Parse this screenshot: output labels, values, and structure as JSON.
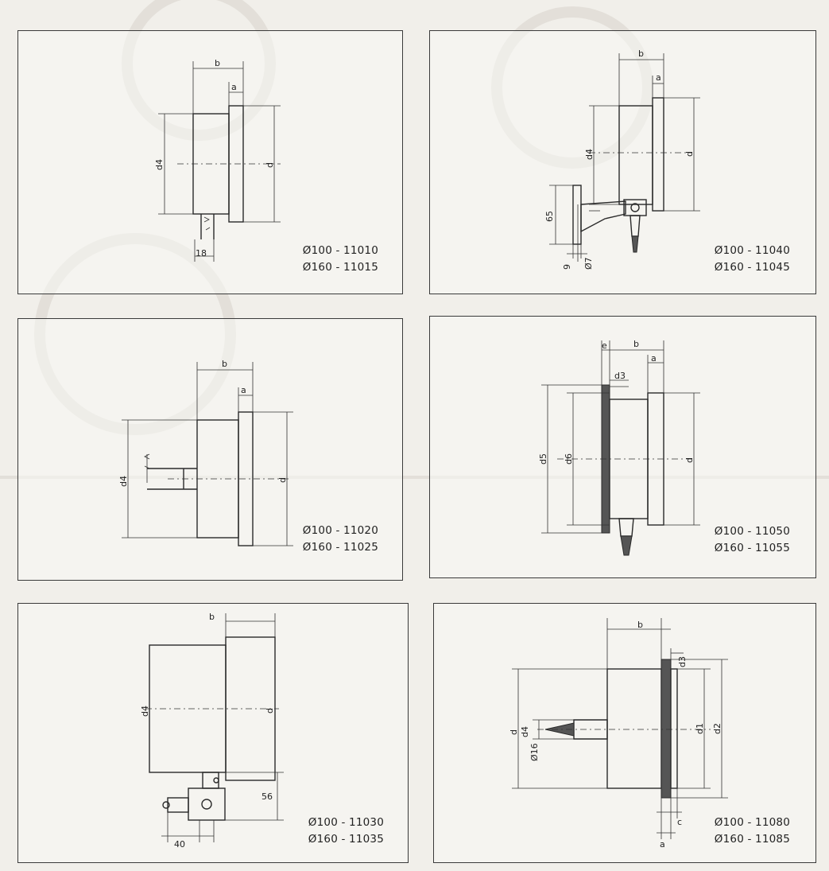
{
  "panels": [
    {
      "labels": {
        "b": "b",
        "a": "a",
        "d4": "d4",
        "d": "d",
        "w": "18"
      },
      "captions": [
        "Ø100 - 11010",
        "Ø160 - 11015"
      ]
    },
    {
      "labels": {
        "b": "b",
        "a": "a",
        "d4": "d4",
        "d": "d",
        "h": "65",
        "s": "9",
        "hole": "Ø7"
      },
      "captions": [
        "Ø100 - 11040",
        "Ø160 - 11045"
      ]
    },
    {
      "labels": {
        "b": "b",
        "a": "a",
        "d4": "d4",
        "d": "d"
      },
      "captions": [
        "Ø100 - 11020",
        "Ø160 - 11025"
      ]
    },
    {
      "labels": {
        "e": "e",
        "b": "b",
        "a": "a",
        "d3": "d3",
        "d5": "d5",
        "d6": "d6",
        "d": "d"
      },
      "captions": [
        "Ø100 - 11050",
        "Ø160 - 11055"
      ]
    },
    {
      "labels": {
        "b": "b",
        "d4": "d4",
        "d": "d",
        "h": "56",
        "w": "40"
      },
      "captions": [
        "Ø100 - 11030",
        "Ø160 - 11035"
      ]
    },
    {
      "labels": {
        "b": "b",
        "d3": "d3",
        "d": "d",
        "d4": "d4",
        "stem": "Ø16",
        "d1": "d1",
        "d2": "d2",
        "c": "c",
        "a": "a"
      },
      "captions": [
        "Ø100 - 11080",
        "Ø160 - 11085"
      ]
    }
  ]
}
